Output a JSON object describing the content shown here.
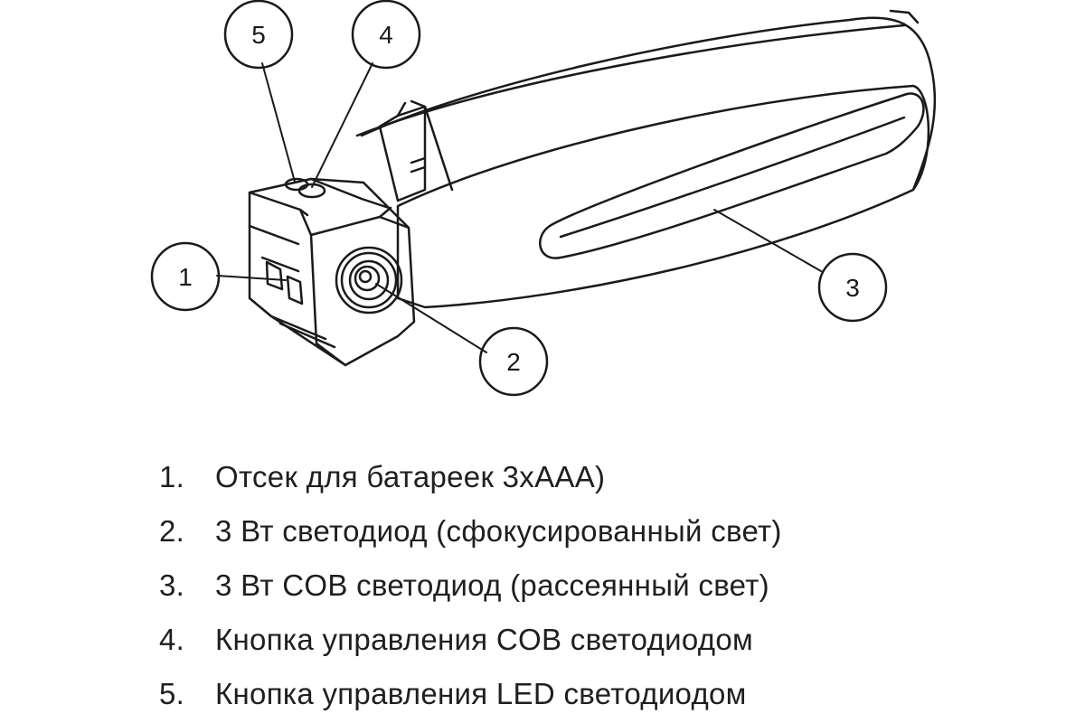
{
  "callouts": [
    {
      "number": "1"
    },
    {
      "number": "2"
    },
    {
      "number": "3"
    },
    {
      "number": "4"
    },
    {
      "number": "5"
    }
  ],
  "legend": [
    {
      "number": "1.",
      "text": "Отсек для батареек 3хААА)"
    },
    {
      "number": "2.",
      "text": "3 Вт светодиод (сфокусированный свет)"
    },
    {
      "number": "3.",
      "text": "3 Вт COB светодиод (рассеянный свет)"
    },
    {
      "number": "4.",
      "text": "Кнопка управления COB светодиодом"
    },
    {
      "number": "5.",
      "text": "Кнопка управления LED светодиодом"
    }
  ]
}
